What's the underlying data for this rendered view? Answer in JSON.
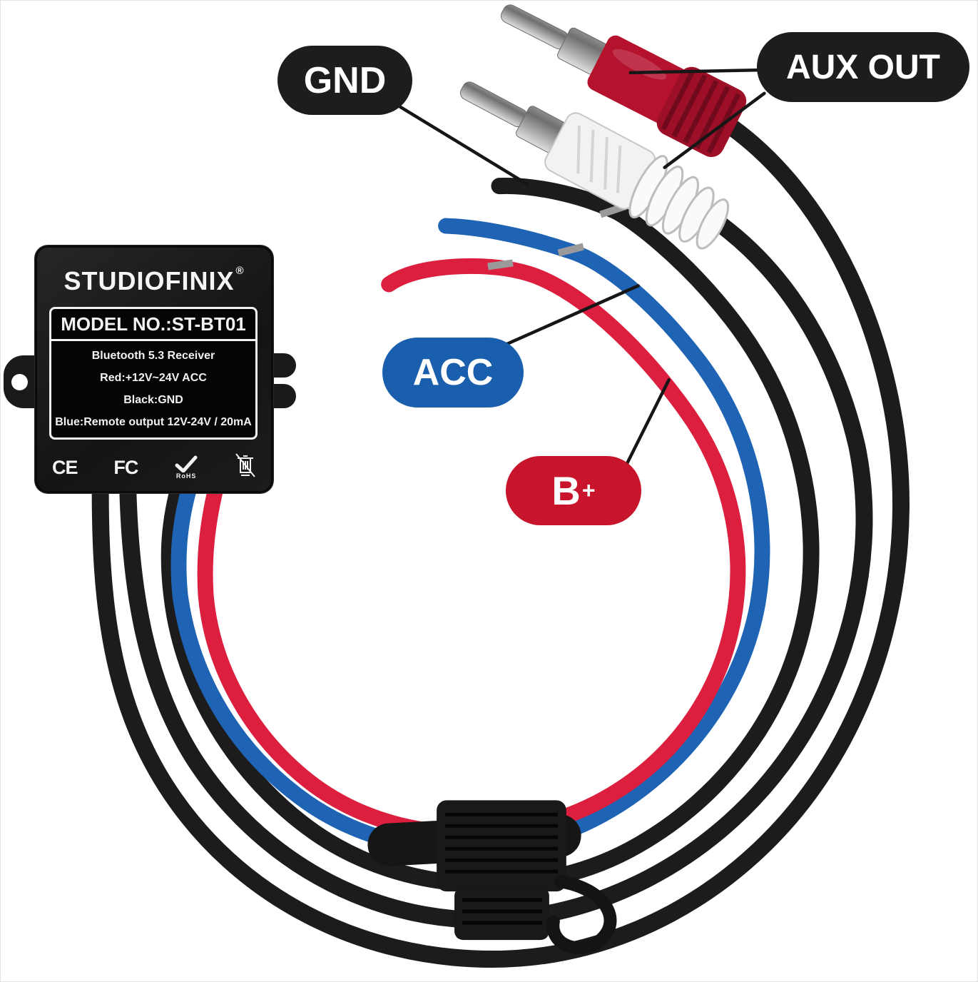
{
  "device": {
    "brand": "STUDIOFINIX",
    "registered_mark": "®",
    "model": "MODEL NO.:ST-BT01",
    "spec_lines": [
      "Bluetooth 5.3 Receiver",
      "Red:+12V~24V ACC",
      "Black:GND",
      "Blue:Remote output 12V-24V / 20mA"
    ],
    "certifications": {
      "ce": "CE",
      "fcc": "FC",
      "rohs": "RoHS",
      "weee_icon": "weee-crossed-bin-icon"
    }
  },
  "callouts": {
    "gnd": {
      "label": "GND",
      "color": "#1d1d1f"
    },
    "aux_out": {
      "label": "AUX OUT",
      "color": "#1d1d1f"
    },
    "acc": {
      "label": "ACC",
      "color": "#1a5fad"
    },
    "b_plus": {
      "label": "B",
      "superscript": "+",
      "color": "#c9152b"
    }
  },
  "wires": {
    "rca_cable": "#1c1c1c",
    "black_gnd": "#1c1c1c",
    "blue_acc": "#1e63b4",
    "red_bplus": "#dc1f3e",
    "bare_splice": "#9a9a9a",
    "pointer_line": "#161616"
  },
  "connectors": {
    "red_rca": {
      "name": "red-rca-plug",
      "body_color": "#b5122e"
    },
    "white_rca": {
      "name": "white-rca-plug",
      "body_color": "#f2f2f2"
    },
    "fuse_holder": {
      "name": "inline-fuse-holder",
      "color": "#191919"
    }
  }
}
